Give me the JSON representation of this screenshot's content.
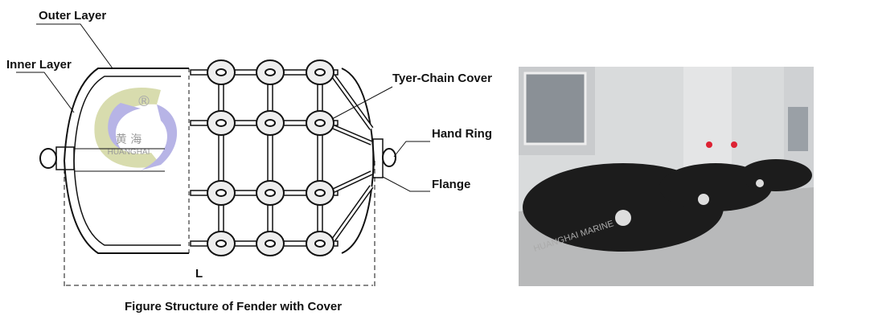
{
  "labels": {
    "outer_layer": "Outer Layer",
    "inner_layer": "Inner Layer",
    "tyre_chain_cover": "Tyer-Chain Cover",
    "hand_ring": "Hand Ring",
    "flange": "Flange",
    "length": "L"
  },
  "caption": "Figure  Structure of Fender with Cover",
  "logo": {
    "chinese": "黄 海",
    "latin": "HUANGHAI",
    "registered": "®"
  },
  "photo_watermark": "HUANGHAI MARINE",
  "colors": {
    "logo_purple": "#b7b4e6",
    "logo_olive": "#d8dcae",
    "fender": "#1c1c1c",
    "wall": "#d9dbdc"
  }
}
